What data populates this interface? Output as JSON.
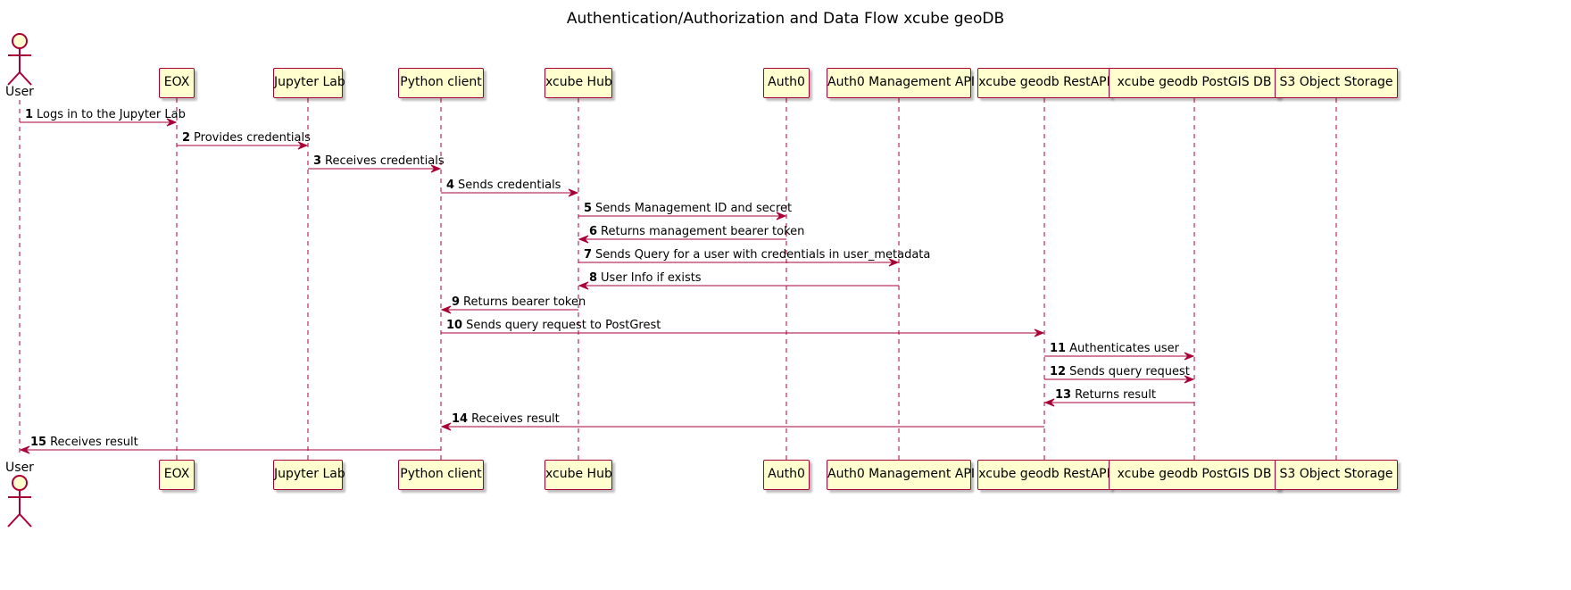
{
  "title": "Authentication/Authorization and Data Flow xcube geoDB",
  "colors": {
    "line": "#A80036",
    "box_fill": "#FEFECE",
    "text": "#000000"
  },
  "participants": [
    {
      "id": "user",
      "label": "User",
      "kind": "actor"
    },
    {
      "id": "eox",
      "label": "EOX",
      "kind": "box"
    },
    {
      "id": "jupyter",
      "label": "Jupyter Lab",
      "kind": "box"
    },
    {
      "id": "python",
      "label": "Python client",
      "kind": "box"
    },
    {
      "id": "hub",
      "label": "xcube Hub",
      "kind": "box"
    },
    {
      "id": "auth0",
      "label": "Auth0",
      "kind": "box"
    },
    {
      "id": "mgmt",
      "label": "Auth0 Management API",
      "kind": "box"
    },
    {
      "id": "rest",
      "label": "xcube geodb RestAPI",
      "kind": "box"
    },
    {
      "id": "pg",
      "label": "xcube geodb PostGIS DB",
      "kind": "box"
    },
    {
      "id": "s3",
      "label": "S3 Object Storage",
      "kind": "box"
    }
  ],
  "messages": [
    {
      "num": "1",
      "label": "Logs in to the Jupyter Lab",
      "from": "user",
      "to": "eox"
    },
    {
      "num": "2",
      "label": "Provides credentials",
      "from": "eox",
      "to": "jupyter"
    },
    {
      "num": "3",
      "label": "Receives credentials",
      "from": "jupyter",
      "to": "python"
    },
    {
      "num": "4",
      "label": "Sends credentials",
      "from": "python",
      "to": "hub"
    },
    {
      "num": "5",
      "label": "Sends Management ID and secret",
      "from": "hub",
      "to": "auth0"
    },
    {
      "num": "6",
      "label": "Returns management bearer token",
      "from": "auth0",
      "to": "hub"
    },
    {
      "num": "7",
      "label": "Sends Query for a user with credentials in user_metadata",
      "from": "hub",
      "to": "mgmt"
    },
    {
      "num": "8",
      "label": "User Info if exists",
      "from": "mgmt",
      "to": "hub"
    },
    {
      "num": "9",
      "label": "Returns bearer token",
      "from": "hub",
      "to": "python"
    },
    {
      "num": "10",
      "label": "Sends query request to PostGrest",
      "from": "python",
      "to": "rest"
    },
    {
      "num": "11",
      "label": "Authenticates user",
      "from": "rest",
      "to": "pg"
    },
    {
      "num": "12",
      "label": "Sends query request",
      "from": "rest",
      "to": "pg"
    },
    {
      "num": "13",
      "label": "Returns result",
      "from": "pg",
      "to": "rest"
    },
    {
      "num": "14",
      "label": "Receives result",
      "from": "rest",
      "to": "python"
    },
    {
      "num": "15",
      "label": "Receives result",
      "from": "python",
      "to": "user"
    }
  ]
}
